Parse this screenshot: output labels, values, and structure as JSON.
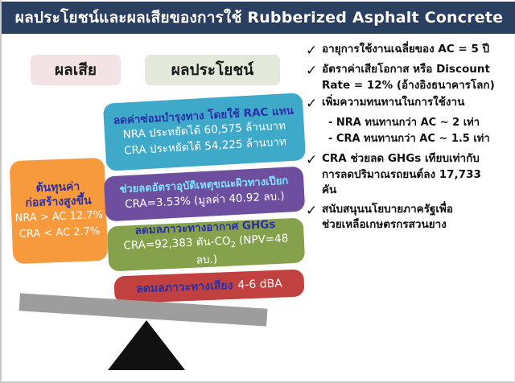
{
  "title": "ผลประโยชน์และผลเสียของการใช้ Rubberized Asphalt Concrete",
  "sections": {
    "loss_header": "ผลเสีย",
    "benefit_header": "ผลประโยชน์"
  },
  "loss_box": {
    "heading_line1": "ต้นทุนค่า",
    "heading_line2": "ก่อสร้างสูงขึ้น",
    "line1": "NRA > AC 12.7%",
    "line2": "CRA < AC 2.7%",
    "color": "#f79a3d"
  },
  "benefit_boxes": [
    {
      "name": "rac-maintenance",
      "heading": "ลดค่าซ่อมบำรุงทาง โดยใช้ RAC แทน",
      "line1": "NRA ประหยัดได้ 60,575 ล้านบาท",
      "line2": "CRA ประหยัดได้ 54,225 ล้านบาท",
      "color": "#3fa9c9"
    },
    {
      "name": "accident-reduction",
      "heading": "ช่วยลดอัตราอุบัติเหตุขณะผิวทางเปียก",
      "line1": "CRA=3.53% (มูลค่า 40.92 ลบ.)",
      "color": "#6e4e9e"
    },
    {
      "name": "ghg-reduction",
      "heading": "ลดมลภาวะทางอากาศ GHGs",
      "line1": "CRA=92,383 ตัน-CO",
      "line1_sub": "2",
      "line1_tail": " (NPV=48 ลบ.)",
      "color": "#85a14c"
    },
    {
      "name": "noise-reduction",
      "heading": "ลดมลภาวะทางเสียง",
      "line1": "4-6 dBA",
      "color": "#c0413f"
    }
  ],
  "bullets": [
    {
      "check": "✓",
      "line1": "อายุการใช้งานเฉลี่ยของ AC = 5 ปี"
    },
    {
      "check": "✓",
      "line1": "อัตราค่าเสียโอกาส หรือ Discount",
      "line2": "Rate = 12% (อ้างอิงธนาคารโลก)"
    },
    {
      "check": "✓",
      "line1": "เพิ่มความทนทานในการใช้งาน",
      "sub1": "- NRA ทนทานกว่า AC ~ 2 เท่า",
      "sub2": "- CRA ทนทานกว่า AC ~ 1.5 เท่า"
    },
    {
      "check": "✓",
      "line1": "CRA ช่วยลด GHGs เทียบเท่ากับ",
      "line2": "การลดปริมาณรถยนต์ลง 17,733",
      "line3": "คัน"
    },
    {
      "check": "✓",
      "line1": "สนับสนุนนโยบายภาครัฐเพื่อ",
      "line2": "ช่วยเหลือเกษตรกรสวนยาง"
    }
  ],
  "scale": {
    "beam_color": "#9d9d9d",
    "fulcrum_color": "#111111"
  },
  "theme": {
    "title_bar": "#2b3f61",
    "loss_pill": "#f4e3e4",
    "benefit_pill": "#e3eadb",
    "accent_blue_text": "#2b2fa8"
  }
}
